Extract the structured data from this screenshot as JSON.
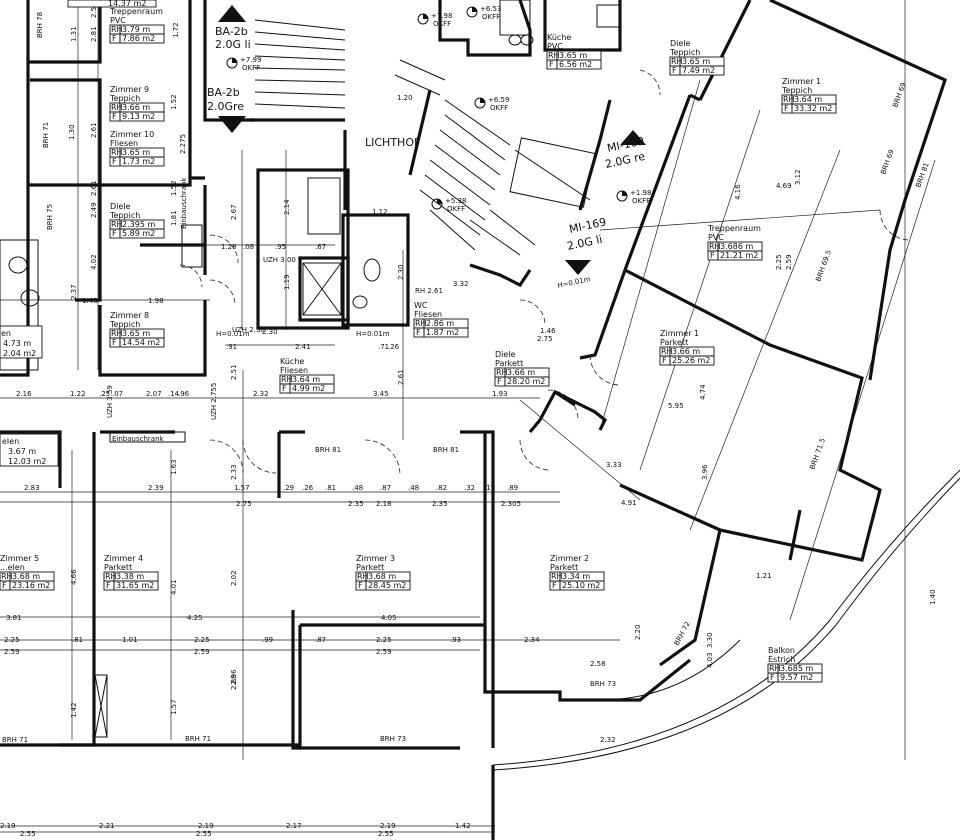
{
  "rooms": [
    {
      "name": "Treppenraum",
      "floor": "PVC",
      "rh": "3.79",
      "f": "7.86",
      "unit_rh": "m",
      "unit_f": "m2"
    },
    {
      "name": "Zimmer 9",
      "floor": "Teppich",
      "rh": "3.66",
      "f": "9.13",
      "unit_rh": "m",
      "unit_f": "m2"
    },
    {
      "name": "Zimmer 10",
      "floor": "Fliesen",
      "rh": "3.65",
      "f": "1.73",
      "unit_rh": "m",
      "unit_f": "m2"
    },
    {
      "name": "Diele",
      "floor": "Teppich",
      "rh": "2.395",
      "f": "5.89",
      "unit_rh": "m",
      "unit_f": "m2"
    },
    {
      "name": "Zimmer 8",
      "floor": "Teppich",
      "rh": "3.65",
      "f": "14.54",
      "unit_rh": "m",
      "unit_f": "m2"
    },
    {
      "name": "Küche",
      "floor": "Fliesen",
      "rh": "3.64",
      "f": "4.99",
      "unit_rh": "m",
      "unit_f": "m2"
    },
    {
      "name": "WC",
      "floor": "Fliesen",
      "rh": "2.86",
      "f": "1.87",
      "unit_rh": "m",
      "unit_f": "m2"
    },
    {
      "name": "Diele",
      "floor": "Parkett",
      "rh": "3.66",
      "f": "28.20",
      "unit_rh": "m",
      "unit_f": "m2"
    },
    {
      "name": "Küche",
      "floor": "PVC",
      "rh": "3.65",
      "f": "6.56",
      "unit_rh": "m",
      "unit_f": "m2"
    },
    {
      "name": "Diele",
      "floor": "Teppich",
      "rh": "3.65",
      "f": "7.49",
      "unit_rh": "m",
      "unit_f": "m2"
    },
    {
      "name": "Zimmer 1",
      "floor": "Teppich",
      "rh": "3.64",
      "f": "33.32",
      "unit_rh": "m",
      "unit_f": "m2"
    },
    {
      "name": "Treppenraum",
      "floor": "PVC",
      "rh": "3.686",
      "f": "21.21",
      "unit_rh": "m",
      "unit_f": "m2"
    },
    {
      "name": "Zimmer 1",
      "floor": "Parkett",
      "rh": "3.66",
      "f": "25.26",
      "unit_rh": "m",
      "unit_f": "m2"
    },
    {
      "name": "Zimmer 4",
      "floor": "Parkett",
      "rh": "3.38",
      "f": "31.65",
      "unit_rh": "m",
      "unit_f": "m2"
    },
    {
      "name": "Zimmer 3",
      "floor": "Parkett",
      "rh": "3.68",
      "f": "28.45",
      "unit_rh": "m",
      "unit_f": "m2"
    },
    {
      "name": "Zimmer 2",
      "floor": "Parkett",
      "rh": "3.34",
      "f": "25.10",
      "unit_rh": "m",
      "unit_f": "m2"
    },
    {
      "name": "Zimmer 5",
      "floor": "...elen",
      "rh": "3.68",
      "f": "23.16",
      "unit_rh": "m",
      "unit_f": "m2"
    },
    {
      "name": "Balkon",
      "floor": "Estrich",
      "rh": "3.685",
      "f": "9.57",
      "unit_rh": "m",
      "unit_f": "m2"
    }
  ],
  "fragments": {
    "frag1_f": "14.37 m2",
    "frag2_l1": "elen",
    "frag2_l2": "3.67 m",
    "frag2_l3": "12.03 m2",
    "frag3_l1": "en",
    "frag3_l2": "4.73 m",
    "frag3_l3": "2.04 m2",
    "rh_prefix": "RH",
    "f_prefix": "F"
  },
  "stair_tags": {
    "ba1_line1": "BA-2b",
    "ba1_line2": "2.0G li",
    "ba2_line1": "BA-2b",
    "ba2_line2": "2.0Gre",
    "mi1_line1": "MI-169",
    "mi1_line2": "2.0G re",
    "mi2_line1": "MI-169",
    "mi2_line2": "2.0G li",
    "lichthof": "LICHTHOF"
  },
  "levels": [
    "+7.99 OKFF",
    "+7.98 OKFF",
    "+6.59 OKFF",
    "+5.38 OKFF",
    "+6.53 OKFF",
    "+1.98 OKFF"
  ],
  "brh": [
    "BRH 78",
    "BRH 71",
    "BRH 75",
    "BRH 81",
    "BRH 81",
    "BRH 73",
    "BRH 71",
    "BRH 73",
    "BRH 72",
    "BRH 69",
    "BRH 69",
    "BRH 81",
    "BRH 71.5",
    "BRH 69.5",
    "BRH 71"
  ],
  "annotations": [
    "Einbauschrank",
    "Einbauschrank",
    "UZH 3.00",
    "UZH 2.30",
    "UZH 3.59",
    "UZH 2.755",
    "H=0.01m",
    "H=0.01m",
    "H=0.01m",
    "RH 2.61"
  ],
  "dimensions": {
    "horizontal": [
      "2.16",
      "1.22",
      ".25",
      ".07",
      "2.07",
      ".14",
      ".96",
      "2.32",
      "3.45",
      "1.93",
      "2.83",
      "2.39",
      "1.57",
      ".29",
      ".26",
      ".81",
      ".48",
      ".87",
      ".48",
      ".82",
      ".32",
      ".17",
      ".89",
      "2.75",
      "2.35",
      "2.18",
      "2.35",
      "2.305",
      "3.81",
      "4.25",
      "4.05",
      "2.25",
      ".81",
      "1.01",
      "2.25",
      ".99",
      ".87",
      "2.25",
      ".93",
      "2.34",
      "2.59",
      "2.59",
      "2.59",
      "1.28",
      ".08",
      ".95",
      ".67",
      "1.98",
      "1.48",
      ".91",
      "2.41",
      ".71",
      ".26",
      "2.30",
      "1.20",
      "1.12",
      "4.69",
      "3.32",
      "1.46",
      "2.75",
      "5.95",
      "3.33",
      "4.91",
      "1.21",
      "2.58",
      "2.32",
      "2.19",
      "2.21",
      "2.19",
      "2.17",
      "2.19",
      "1.42",
      "2.55",
      "2.55",
      "2.55"
    ],
    "vertical": [
      "2.54",
      "1.31",
      "2.81",
      "1.72",
      "1.52",
      "2.61",
      "1.30",
      "2.61",
      "1.52",
      "2.275",
      "4.02",
      "2.37",
      "2.67",
      "2.14",
      "1.19",
      "1.81",
      "2.49",
      "4.66",
      "1.42",
      "4.01",
      "2.02",
      "2.96",
      "2.86",
      "1.57",
      "2.33",
      "1.63",
      "2.51",
      "2.61",
      "2.30",
      "4.16",
      "4.74",
      "3.12",
      "2.25",
      "2.59",
      "3.96",
      "1.40",
      "2.20",
      "3.30",
      "4.03"
    ]
  }
}
